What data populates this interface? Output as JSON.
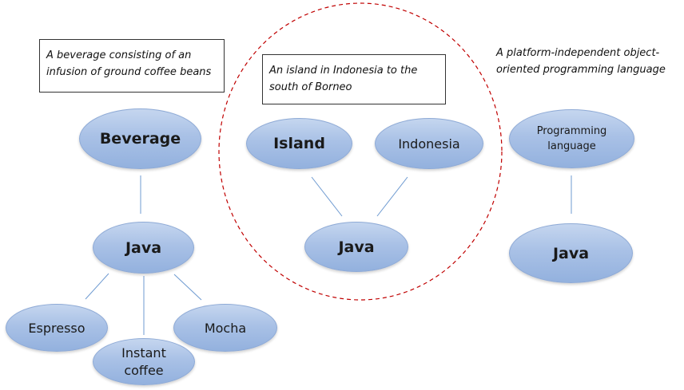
{
  "colors": {
    "node_fill": "#a9c1e6",
    "node_border": "#8eaad6",
    "edge": "#6f9bd1",
    "highlight_circle": "#c00000"
  },
  "notes": {
    "beverage": "A beverage consisting of an infusion of ground coffee beans",
    "island": "An island in Indonesia to the south of Borneo",
    "language": "A platform-independent object-oriented programming language"
  },
  "nodes": {
    "beverage": "Beverage",
    "java_coffee": "Java",
    "espresso": "Espresso",
    "instant_coffee": "Instant coffee",
    "mocha": "Mocha",
    "island": "Island",
    "indonesia": "Indonesia",
    "java_island": "Java",
    "programming_language": "Programming language",
    "java_language": "Java"
  }
}
